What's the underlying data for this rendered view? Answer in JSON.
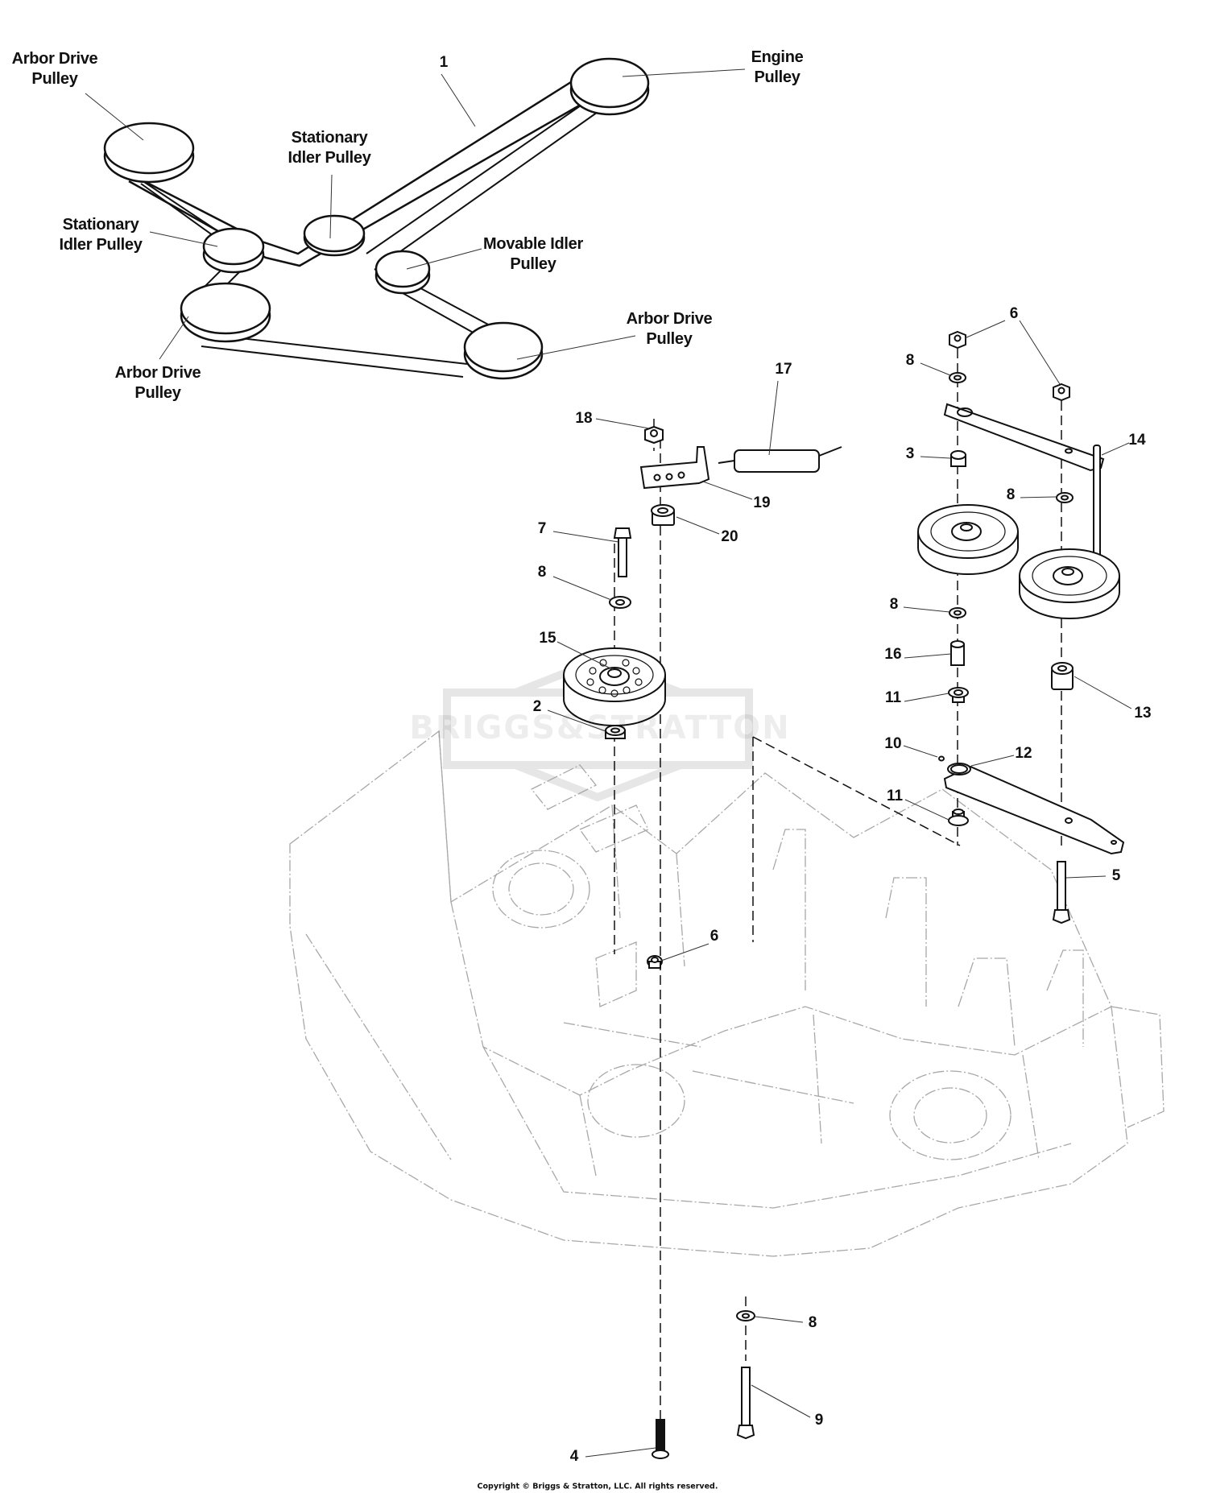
{
  "diagram": {
    "type": "exploded parts diagram",
    "belt_routing_labels": [
      {
        "id": "arbor-drive-top-left",
        "text": "Arbor Drive\nPulley"
      },
      {
        "id": "belt-callout",
        "text": "1"
      },
      {
        "id": "engine-pulley",
        "text": "Engine\nPulley"
      },
      {
        "id": "stationary-idler-center",
        "text": "Stationary\nIdler Pulley"
      },
      {
        "id": "stationary-idler-left",
        "text": "Stationary\nIdler Pulley"
      },
      {
        "id": "movable-idler",
        "text": "Movable Idler\nPulley"
      },
      {
        "id": "arbor-drive-right",
        "text": "Arbor Drive\nPulley"
      },
      {
        "id": "arbor-drive-bottom",
        "text": "Arbor Drive\nPulley"
      }
    ],
    "callouts": [
      "17",
      "18",
      "19",
      "20",
      "7",
      "8",
      "15",
      "2",
      "6",
      "8",
      "3",
      "14",
      "8",
      "8",
      "16",
      "11",
      "13",
      "10",
      "12",
      "11",
      "5",
      "6",
      "8",
      "9",
      "4"
    ],
    "watermark": "BRIGGS&STRATTON",
    "copyright": "Copyright © Briggs & Stratton, LLC. All rights reserved."
  },
  "colors": {
    "ink": "#111111",
    "deck_lines": "#9a9a9a",
    "watermark": "#dddddd"
  }
}
